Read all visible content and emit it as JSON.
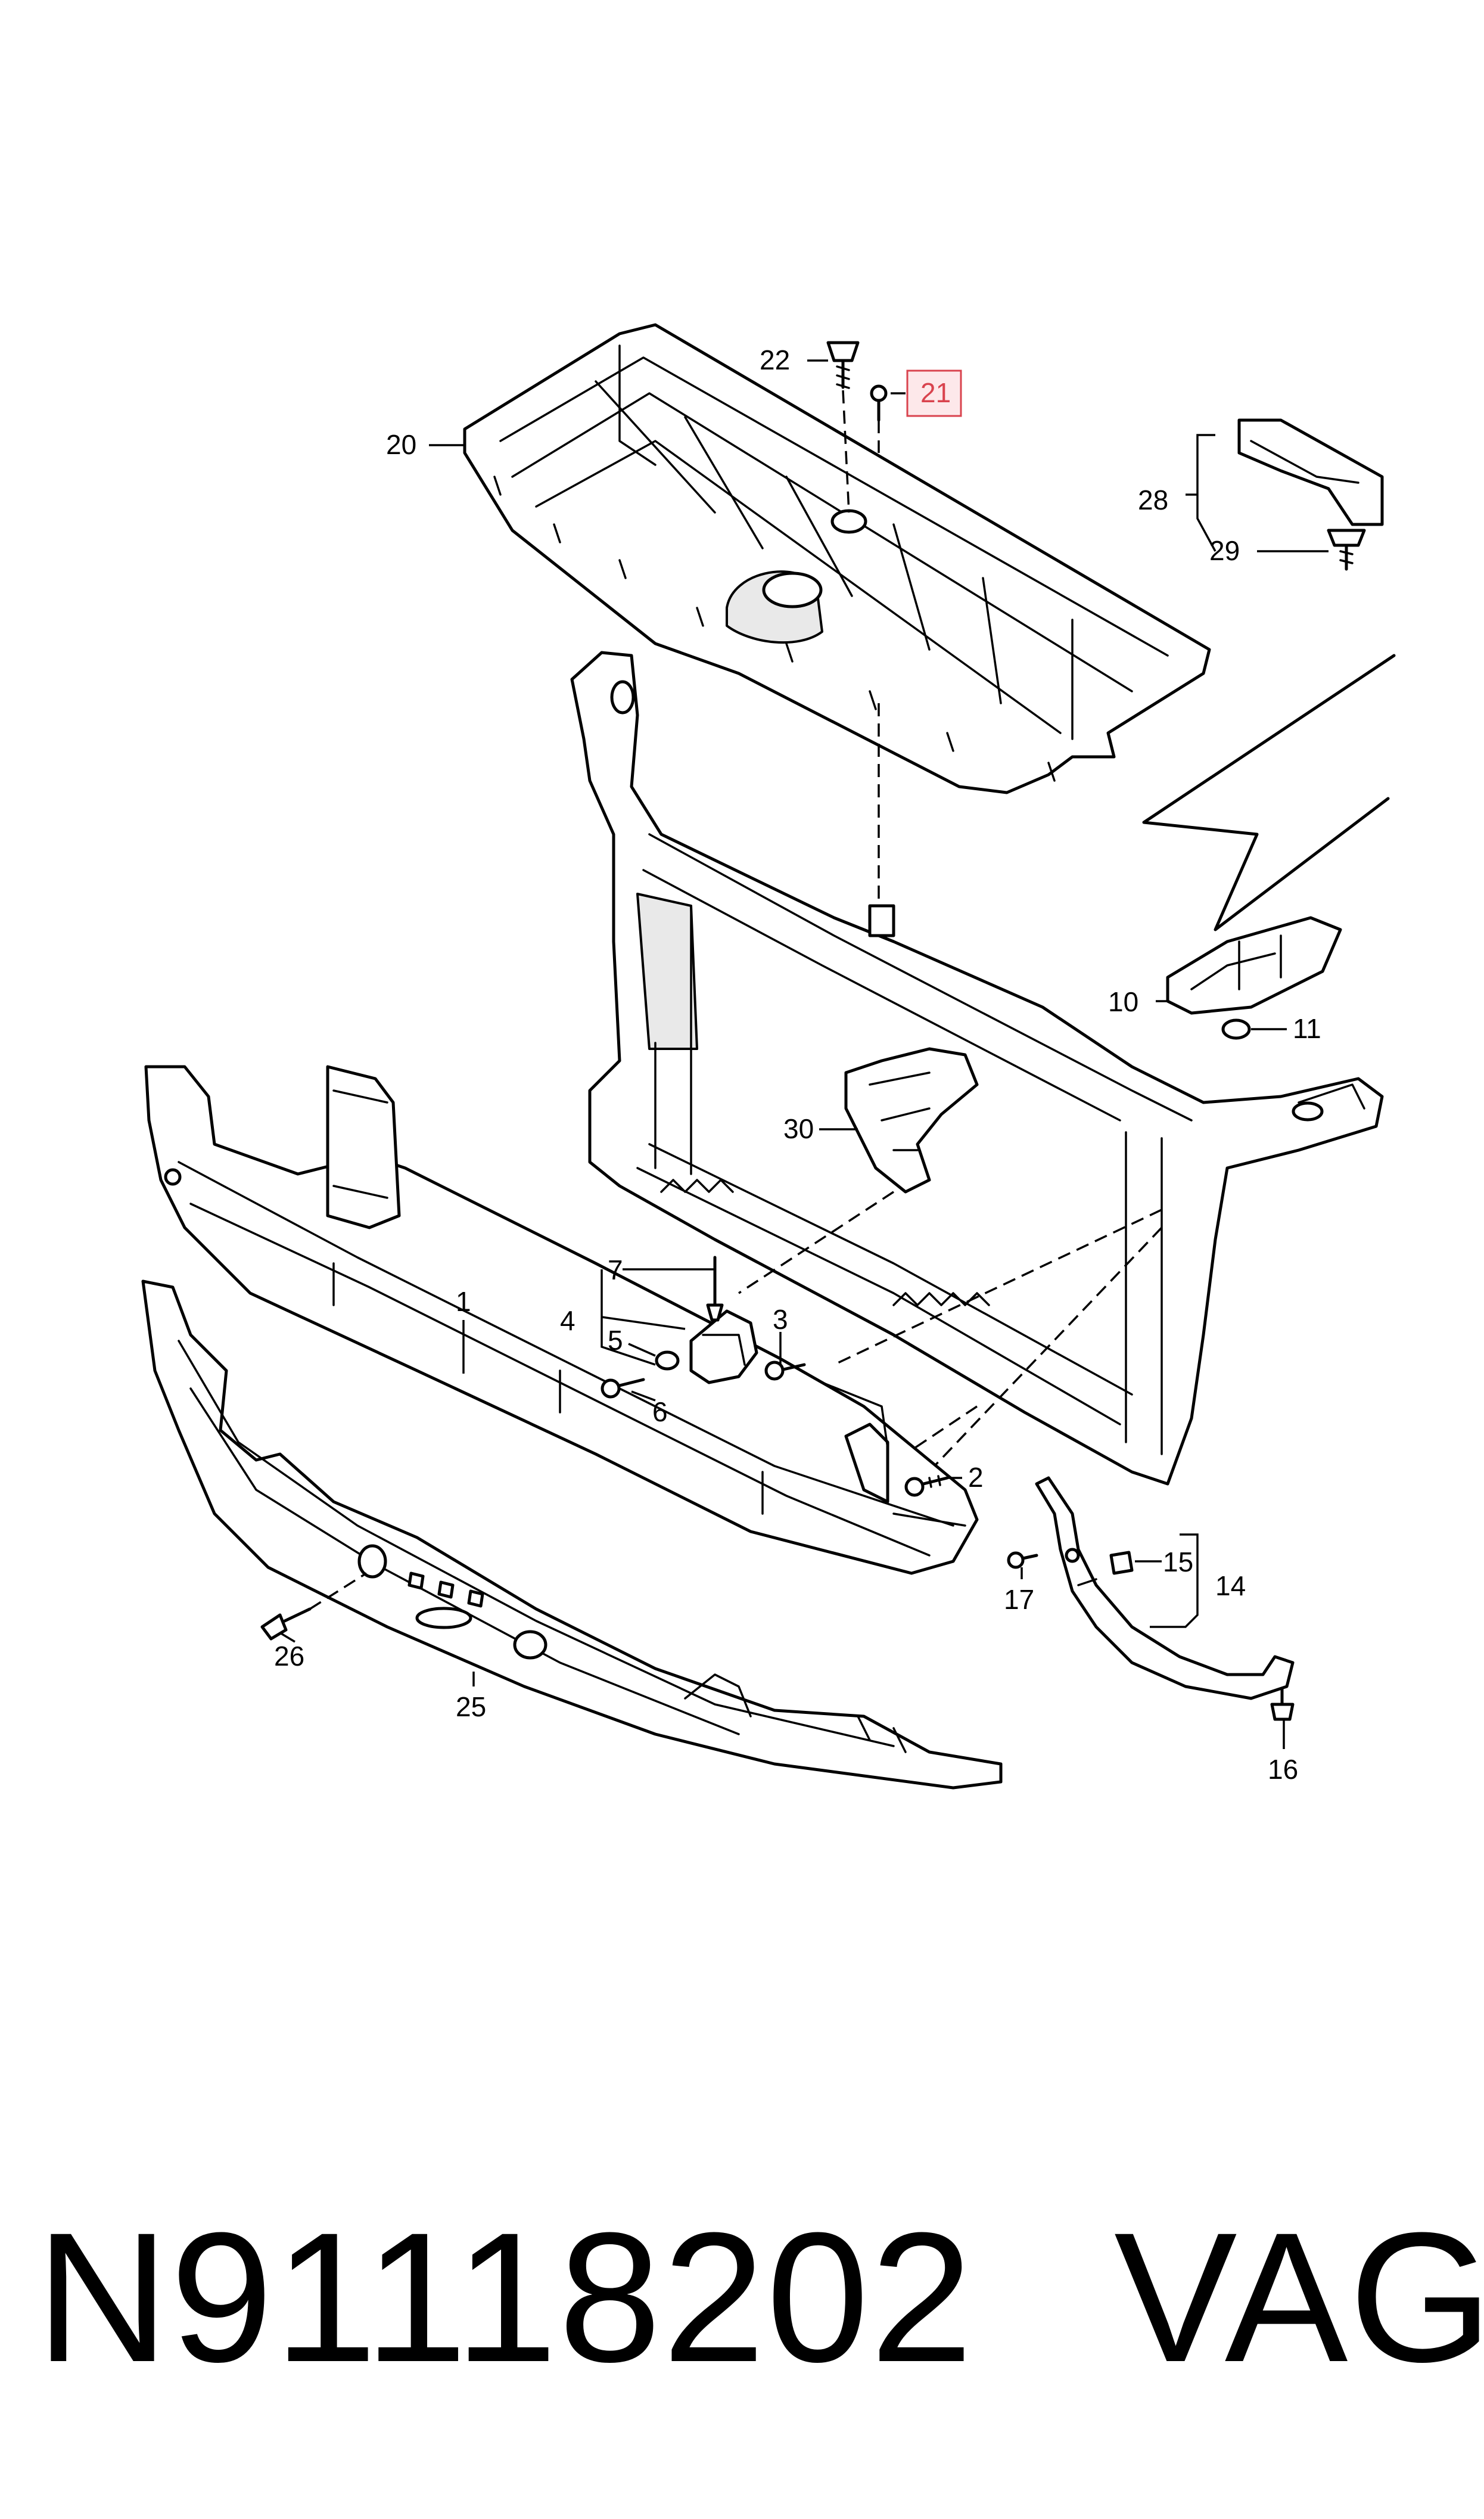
{
  "callouts": {
    "c1": "1",
    "c2": "2",
    "c3": "3",
    "c4": "4",
    "c5": "5",
    "c6": "6",
    "c7": "7",
    "c10": "10",
    "c11": "11",
    "c14": "14",
    "c15": "15",
    "c16": "16",
    "c17": "17",
    "c20": "20",
    "c21": "21",
    "c22": "22",
    "c25": "25",
    "c26": "26",
    "c28": "28",
    "c29": "29",
    "c30": "30"
  },
  "highlight": {
    "callout": "21",
    "color": "#d9434e",
    "fill": "#fde8ea"
  },
  "footer": {
    "part_number": "N91118202",
    "brand": "VAG"
  }
}
